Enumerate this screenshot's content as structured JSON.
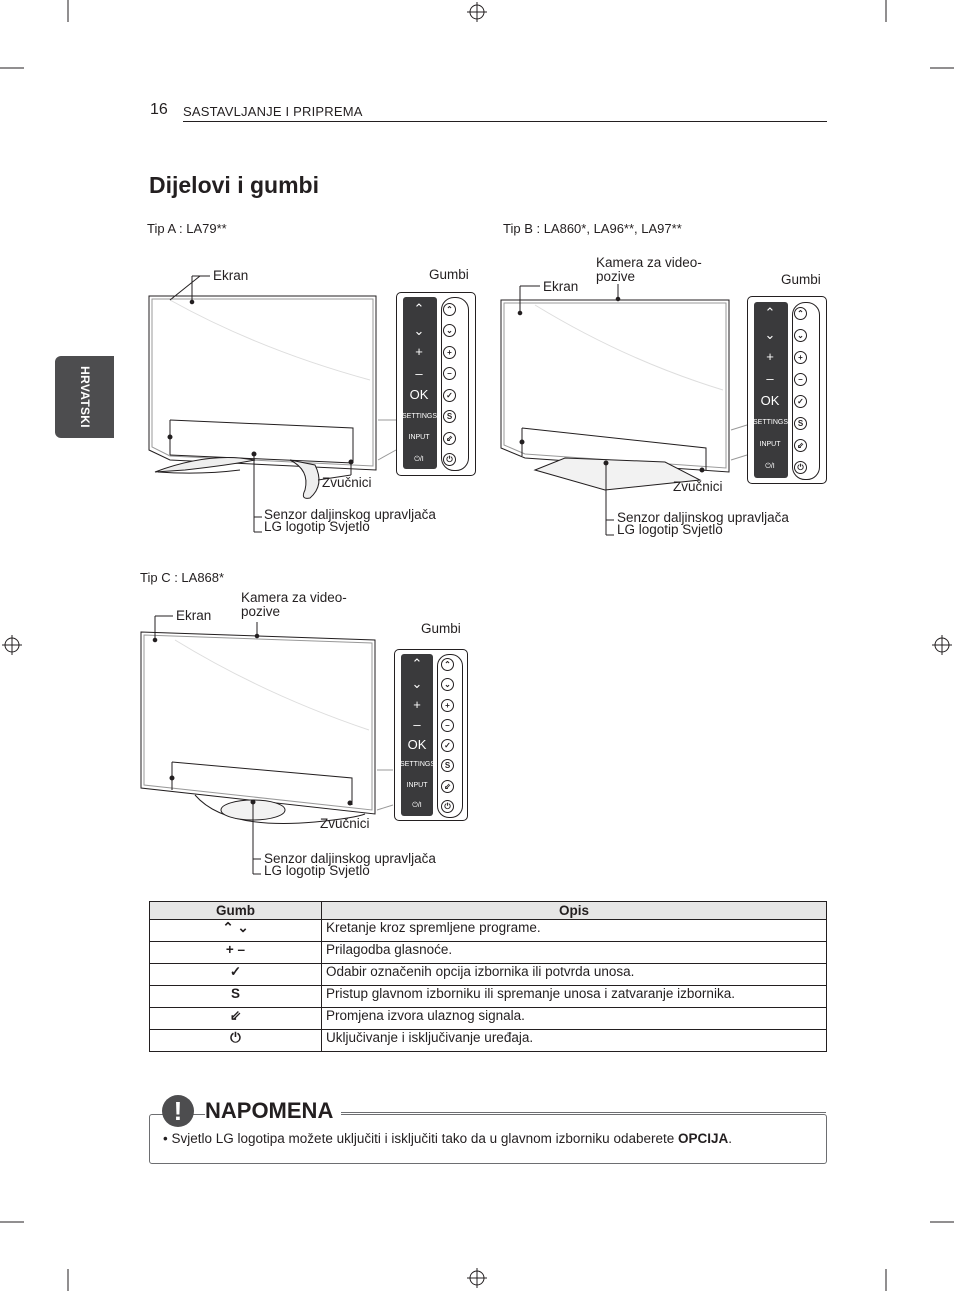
{
  "header": {
    "page_number": "16",
    "section": "SASTAVLJANJE I PRIPREMA"
  },
  "side_tab": "HRVATSKI",
  "title": "Dijelovi i gumbi",
  "figures": {
    "a": {
      "type_label": "Tip A : LA79**",
      "screen": "Ekran",
      "buttons": "Gumbi",
      "speakers": "Zvučnici",
      "sensor": "Senzor daljinskog upravljača",
      "logo": "LG logotip Svjetlo"
    },
    "b": {
      "type_label": "Tip B : LA860*, LA96**, LA97**",
      "screen": "Ekran",
      "camera_1": "Kamera za video-",
      "camera_2": "pozive",
      "buttons": "Gumbi",
      "speakers": "Zvučnici",
      "sensor": "Senzor daljinskog upravljača",
      "logo": "LG logotip Svjetlo"
    },
    "c": {
      "type_label": "Tip C : LA868*",
      "screen": "Ekran",
      "camera_1": "Kamera za video-",
      "camera_2": "pozive",
      "buttons": "Gumbi",
      "speakers": "Zvučnici",
      "sensor": "Senzor daljinskog upravljača",
      "logo": "LG logotip Svjetlo"
    }
  },
  "panel": {
    "plus": "+",
    "minus": "–",
    "ok": "OK",
    "settings": "SETTINGS",
    "input": "INPUT",
    "power": "⏻/I"
  },
  "table": {
    "headers": [
      "Gumb",
      "Opis"
    ],
    "rows": [
      {
        "symbol": "⌃ ⌄",
        "desc": "Kretanje kroz spremljene programe."
      },
      {
        "symbol": "+ –",
        "desc": "Prilagodba glasnoće."
      },
      {
        "symbol": "✓",
        "desc": "Odabir označenih opcija izbornika ili potvrda unosa."
      },
      {
        "symbol": "S",
        "desc": "Pristup glavnom izborniku ili spremanje unosa i zatvaranje izbornika."
      },
      {
        "symbol": "⇙",
        "desc": "Promjena izvora ulaznog signala."
      },
      {
        "symbol": "⏻",
        "desc": "Uključivanje i isključivanje uređaja."
      }
    ]
  },
  "note": {
    "title": "NAPOMENA",
    "icon": "!",
    "text": "Svjetlo LG logotipa možete uključiti i isključiti tako da u glavnom izborniku odaberete ",
    "bold": "OPCIJA",
    "end": "."
  }
}
